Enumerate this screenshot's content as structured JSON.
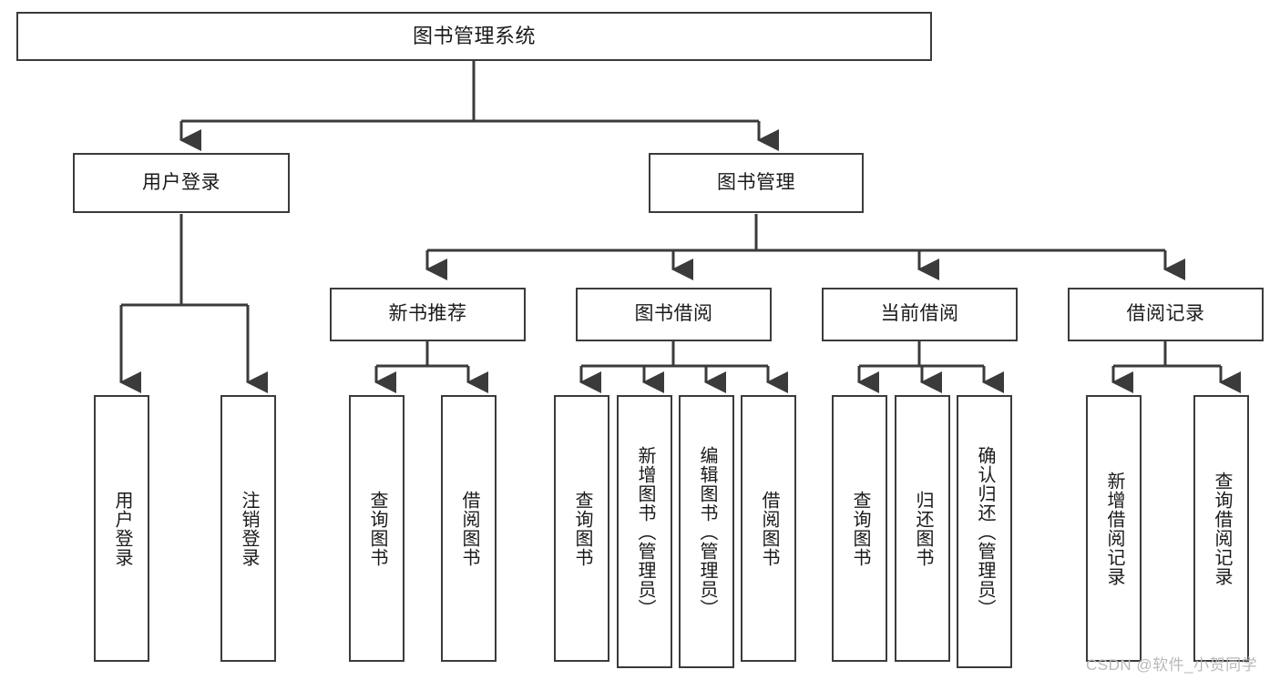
{
  "diagram": {
    "type": "tree-hierarchy",
    "title": "图书管理系统",
    "root": {
      "id": "root",
      "label": "图书管理系统"
    },
    "level2": [
      {
        "id": "user-login",
        "label": "用户登录"
      },
      {
        "id": "book-manage",
        "label": "图书管理"
      }
    ],
    "level3": [
      {
        "id": "new-book-recommend",
        "label": "新书推荐",
        "parent": "book-manage"
      },
      {
        "id": "book-borrow",
        "label": "图书借阅",
        "parent": "book-manage"
      },
      {
        "id": "current-borrow",
        "label": "当前借阅",
        "parent": "book-manage"
      },
      {
        "id": "borrow-record",
        "label": "借阅记录",
        "parent": "book-manage"
      }
    ],
    "leaves": [
      {
        "id": "leaf-user-login",
        "label": "用户登录",
        "parent": "user-login"
      },
      {
        "id": "leaf-user-logout",
        "label": "注销登录",
        "parent": "user-login"
      },
      {
        "id": "leaf-query-book-1",
        "label": "查询图书",
        "parent": "new-book-recommend"
      },
      {
        "id": "leaf-borrow-book-1",
        "label": "借阅图书",
        "parent": "new-book-recommend"
      },
      {
        "id": "leaf-query-book-2",
        "label": "查询图书",
        "parent": "book-borrow"
      },
      {
        "id": "leaf-add-book",
        "label": "新增图书（管理员）",
        "parent": "book-borrow"
      },
      {
        "id": "leaf-edit-book",
        "label": "编辑图书（管理员）",
        "parent": "book-borrow"
      },
      {
        "id": "leaf-borrow-book-2",
        "label": "借阅图书",
        "parent": "book-borrow"
      },
      {
        "id": "leaf-query-book-3",
        "label": "查询图书",
        "parent": "current-borrow"
      },
      {
        "id": "leaf-return-book",
        "label": "归还图书",
        "parent": "current-borrow"
      },
      {
        "id": "leaf-confirm-return",
        "label": "确认归还（管理员）",
        "parent": "current-borrow"
      },
      {
        "id": "leaf-add-record",
        "label": "新增借阅记录",
        "parent": "borrow-record"
      },
      {
        "id": "leaf-query-record",
        "label": "查询借阅记录",
        "parent": "borrow-record"
      }
    ]
  },
  "watermark": {
    "text": "CSDN @软件_小贺同学"
  },
  "colors": {
    "stroke": "#3b3b3b",
    "background": "#ffffff",
    "text": "#1a1a1a",
    "watermark": "#b9b9b9"
  }
}
